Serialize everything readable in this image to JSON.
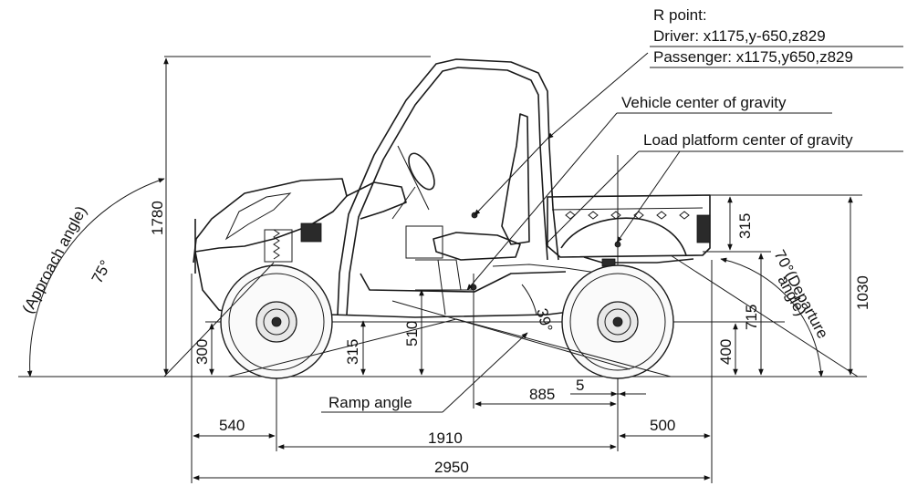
{
  "rpoint": {
    "title": "R point:",
    "driver": "Driver: x1175,y-650,z829",
    "passenger": "Passenger: x1175,y650,z829"
  },
  "callouts": {
    "vehicle_cg": "Vehicle center of gravity",
    "load_cg": "Load platform center of gravity",
    "ramp": "Ramp angle"
  },
  "angles": {
    "approach_value": "75°",
    "approach_label": "(Approach angle)",
    "departure_value": "70°(Departure",
    "departure_label": "angle)",
    "ramp_value": "39°"
  },
  "dimensions": {
    "height_total": "1780",
    "height_front_clearance": "300",
    "height_under": "315",
    "height_cg": "510",
    "height_platform": "315",
    "height_rear_715": "715",
    "height_rear_400": "400",
    "height_rear_1030": "1030",
    "cg_offset": "885",
    "load_offset": "5",
    "front_overhang": "540",
    "wheelbase": "1910",
    "rear_overhang": "500",
    "length_total": "2950"
  }
}
